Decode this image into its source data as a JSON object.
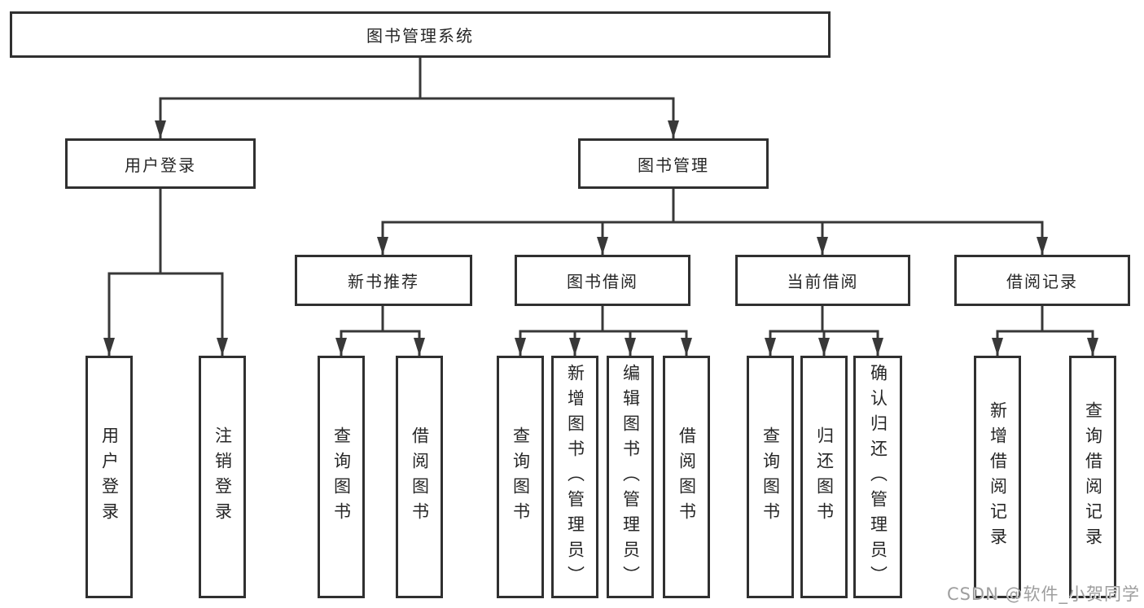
{
  "tree": {
    "label": "图书管理系统",
    "children": [
      {
        "label": "用户登录",
        "children": [
          {
            "label": "用户登录"
          },
          {
            "label": "注销登录"
          }
        ]
      },
      {
        "label": "图书管理",
        "children": [
          {
            "label": "新书推荐",
            "children": [
              {
                "label": "查询图书"
              },
              {
                "label": "借阅图书"
              }
            ]
          },
          {
            "label": "图书借阅",
            "children": [
              {
                "label": "查询图书"
              },
              {
                "label": "新增图书（管理员）"
              },
              {
                "label": "编辑图书（管理员）"
              },
              {
                "label": "借阅图书"
              }
            ]
          },
          {
            "label": "当前借阅",
            "children": [
              {
                "label": "查询图书"
              },
              {
                "label": "归还图书"
              },
              {
                "label": "确认归还（管理员）"
              }
            ]
          },
          {
            "label": "借阅记录",
            "children": [
              {
                "label": "新增借阅记录"
              },
              {
                "label": "查询借阅记录"
              }
            ]
          }
        ]
      }
    ]
  },
  "watermark": {
    "text": "CSDN @软件_小贺同学"
  },
  "colors": {
    "background": "#ffffff",
    "box_border": "#303030",
    "connector_line": "#383838",
    "text": "#262626",
    "watermark_text": "#9e9e9e"
  }
}
